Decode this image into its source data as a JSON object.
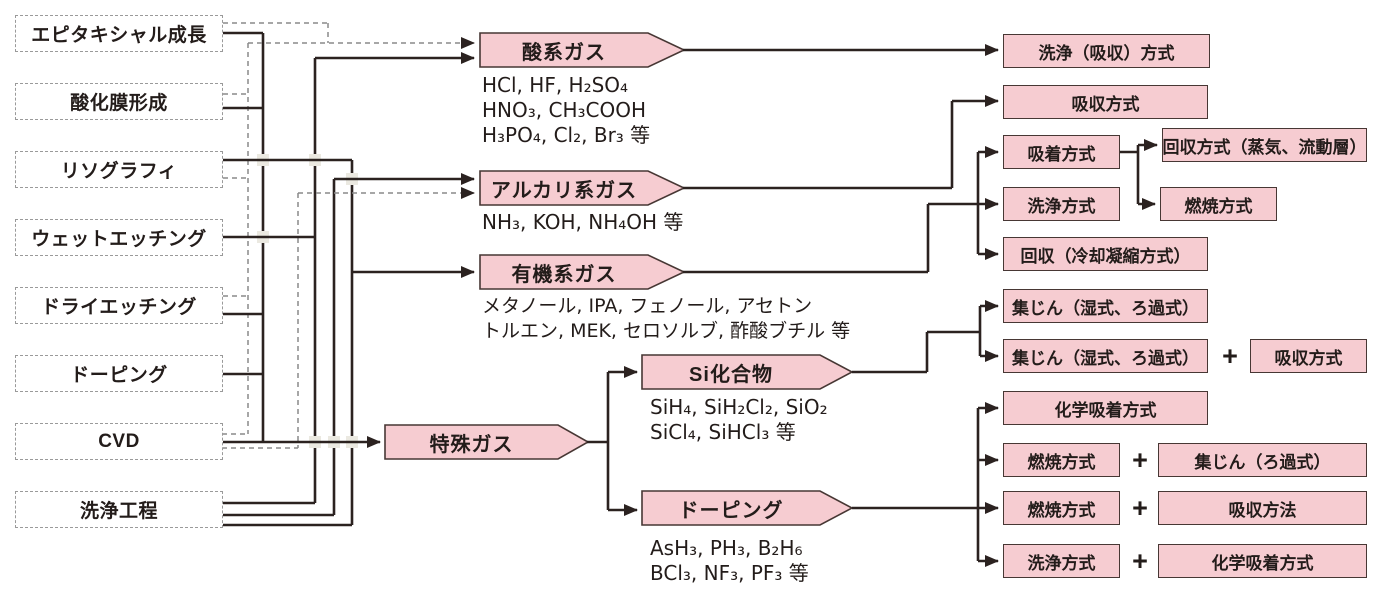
{
  "processes": [
    {
      "label": "エピタキシャル成長"
    },
    {
      "label": "酸化膜形成"
    },
    {
      "label": "リソグラフィ"
    },
    {
      "label": "ウェットエッチング"
    },
    {
      "label": "ドライエッチング"
    },
    {
      "label": "ドーピング"
    },
    {
      "label": "CVD"
    },
    {
      "label": "洗浄工程"
    }
  ],
  "gases": [
    {
      "label": "酸系ガス",
      "chemicals": [
        "HCl, HF, H₂SO₄",
        "HNO₃, CH₃COOH",
        "H₃PO₄, Cl₂, Br₃ 等"
      ]
    },
    {
      "label": "アルカリ系ガス",
      "chemicals": [
        "NH₃, KOH, NH₄OH 等"
      ]
    },
    {
      "label": "有機系ガス",
      "chemicals": [
        "メタノール, IPA, フェノール, アセトン",
        "トルエン, MEK, セロソルブ, 酢酸ブチル 等"
      ]
    },
    {
      "label": "特殊ガス",
      "chemicals": []
    },
    {
      "label": "Si化合物",
      "chemicals": [
        "SiH₄, SiH₂Cl₂, SiO₂",
        "SiCl₄, SiHCl₃ 等"
      ]
    },
    {
      "label": "ドーピング",
      "chemicals": [
        "AsH₃, PH₃, B₂H₆",
        "BCl₃, NF₃, PF₃ 等"
      ]
    }
  ],
  "treatments": [
    {
      "label": "洗浄（吸収）方式"
    },
    {
      "label": "吸収方式"
    },
    {
      "label": "吸着方式"
    },
    {
      "label": "回収方式（蒸気、流動層）"
    },
    {
      "label": "洗浄方式"
    },
    {
      "label": "燃焼方式"
    },
    {
      "label": "回収（冷却凝縮方式）"
    },
    {
      "label": "集じん（湿式、ろ過式）"
    },
    {
      "label": "集じん（湿式、ろ過式）",
      "plus": "+",
      "second": "吸収方式"
    },
    {
      "label": "化学吸着方式"
    },
    {
      "label": "燃焼方式",
      "plus": "+",
      "second": "集じん（ろ過式）"
    },
    {
      "label": "燃焼方式",
      "plus": "+",
      "second": "吸収方法"
    },
    {
      "label": "洗浄方式",
      "plus": "+",
      "second": "化学吸着方式"
    }
  ],
  "colors": {
    "box_fill": "#f6ccd1",
    "box_border": "#473734",
    "solid_line": "#2b2220",
    "dashed_line": "#8a8a8a",
    "process_border": "#9a9a9a",
    "crossover_marker": "#ebe9e1"
  }
}
